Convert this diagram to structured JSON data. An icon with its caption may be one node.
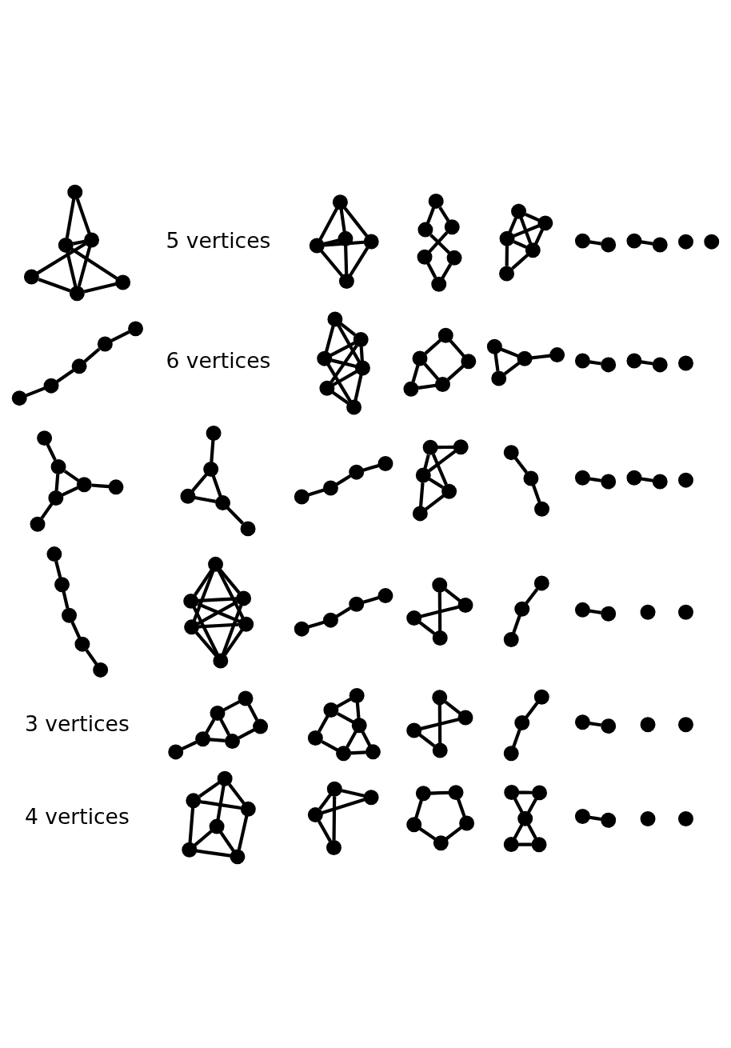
{
  "diagram": {
    "nodes": [
      {
        "text": [],
        "shape": "circle"
      },
      {
        "text": [],
        "shape": "circle"
      },
      {
        "text": [],
        "shape": "circle"
      },
      {
        "text": [],
        "shape": "circle"
      },
      {
        "text": [],
        "shape": "circle"
      },
      {
        "text": [],
        "shape": "circle"
      },
      {
        "text": [],
        "shape": "circle"
      },
      {
        "text": [],
        "shape": "circle"
      },
      {
        "text": [],
        "shape": "circle"
      },
      {
        "text": [],
        "shape": "circle"
      },
      {
        "text": [],
        "shape": "circle"
      },
      {
        "text": [],
        "shape": "circle"
      },
      {
        "text": [],
        "shape": "circle"
      },
      {
        "text": [],
        "shape": "circle"
      },
      {
        "text": [],
        "shape": "circle"
      },
      {
        "text": [],
        "shape": "circle"
      },
      {
        "text": [],
        "shape": "circle"
      },
      {
        "text": [],
        "shape": "circle"
      },
      {
        "text": [],
        "shape": "circle"
      },
      {
        "text": [],
        "shape": "circle"
      },
      {
        "text": [],
        "shape": "circle"
      },
      {
        "text": [],
        "shape": "circle"
      },
      {
        "text": [],
        "shape": "circle"
      },
      {
        "text": [],
        "shape": "circle"
      },
      {
        "text": [],
        "shape": "circle"
      },
      {
        "text": [],
        "shape": "circle"
      },
      {
        "text": [],
        "shape": "circle"
      },
      {
        "text": [],
        "shape": "circle"
      },
      {
        "text": [],
        "shape": "circle"
      },
      {
        "text": [],
        "shape": "circle"
      },
      {
        "text": [],
        "shape": "circle"
      },
      {
        "text": [],
        "shape": "circle"
      },
      {
        "text": [],
        "shape": "circle"
      },
      {
        "text": [],
        "shape": "circle"
      },
      {
        "text": [],
        "shape": "circle"
      },
      {
        "text": [],
        "shape": "circle"
      },
      {
        "text": [],
        "shape": "circle"
      },
      {
        "text": [],
        "shape": "circle"
      },
      {
        "text": [],
        "shape": "circle"
      },
      {
        "text": [],
        "shape": "circle"
      },
      {
        "text": [],
        "shape": "circle"
      },
      {
        "text": [],
        "shape": "circle"
      },
      {
        "text": [],
        "shape": "circle"
      },
      {
        "text": [],
        "shape": "circle"
      },
      {
        "text": [],
        "shape": "circle"
      },
      {
        "text": [],
        "shape": "circle"
      },
      {
        "text": [],
        "shape": "circle"
      },
      {
        "text": [],
        "shape": "circle"
      },
      {
        "text": [],
        "shape": "circle"
      },
      {
        "text": [],
        "shape": "circle"
      },
      {
        "text": [],
        "shape": "circle"
      },
      {
        "text": [],
        "shape": "circle"
      },
      {
        "text": [],
        "shape": "circle"
      },
      {
        "text": [],
        "shape": "circle"
      },
      {
        "text": [],
        "shape": "circle"
      },
      {
        "text": [],
        "shape": "circle"
      },
      {
        "text": [],
        "shape": "circle"
      },
      {
        "text": [],
        "shape": "circle"
      },
      {
        "text": [],
        "shape": "circle"
      },
      {
        "text": [],
        "shape": "circle"
      },
      {
        "text": [],
        "shape": "circle"
      },
      {
        "text": [],
        "shape": "circle"
      },
      {
        "text": [],
        "shape": "circle"
      },
      {
        "text": [],
        "shape": "circle"
      },
      {
        "text": [],
        "shape": "circle"
      },
      {
        "text": [],
        "shape": "circle"
      },
      {
        "text": [],
        "shape": "circle"
      },
      {
        "text": [],
        "shape": "circle"
      },
      {
        "text": [],
        "shape": "circle"
      },
      {
        "text": [],
        "shape": "circle"
      },
      {
        "text": [],
        "shape": "circle"
      },
      {
        "text": [],
        "shape": "circle"
      },
      {
        "text": [],
        "shape": "circle"
      },
      {
        "text": [],
        "shape": "circle"
      },
      {
        "text": [],
        "shape": "circle"
      },
      {
        "text": [],
        "shape": "circle"
      },
      {
        "text": [],
        "shape": "circle"
      },
      {
        "text": [],
        "shape": "circle"
      },
      {
        "text": [],
        "shape": "circle"
      },
      {
        "text": [],
        "shape": "circle"
      },
      {
        "text": [],
        "shape": "circle"
      },
      {
        "text": [],
        "shape": "circle"
      },
      {
        "text": [],
        "shape": "circle"
      },
      {
        "text": [],
        "shape": "circle"
      },
      {
        "text": [],
        "shape": "circle"
      },
      {
        "text": [],
        "shape": "circle"
      },
      {
        "text": [],
        "shape": "circle"
      },
      {
        "text": [],
        "shape": "circle"
      },
      {
        "text": [],
        "shape": "circle"
      },
      {
        "text": [],
        "shape": "circle"
      },
      {
        "text": [],
        "shape": "circle"
      },
      {
        "text": [],
        "shape": "circle"
      },
      {
        "text": [],
        "shape": "circle"
      },
      {
        "text": [],
        "shape": "circle"
      },
      {
        "text": [],
        "shape": "circle"
      },
      {
        "text": [],
        "shape": "circle"
      },
      {
        "text": [],
        "shape": "circle"
      },
      {
        "text": [],
        "shape": "circle"
      },
      {
        "text": [],
        "shape": "circle"
      },
      {
        "text": [],
        "shape": "circle"
      },
      {
        "text": [],
        "shape": "circle"
      },
      {
        "text": [],
        "shape": "circle"
      },
      {
        "text": [],
        "shape": "circle"
      },
      {
        "text": [],
        "shape": "circle"
      },
      {
        "text": [],
        "shape": "circle"
      },
      {
        "text": [],
        "shape": "circle"
      },
      {
        "text": [],
        "shape": "circle"
      },
      {
        "text": [],
        "shape": "circle"
      },
      {
        "text": [],
        "shape": "circle"
      },
      {
        "text": [],
        "shape": "circle"
      },
      {
        "text": [],
        "shape": "circle"
      },
      {
        "text": [],
        "shape": "circle"
      },
      {
        "text": [],
        "shape": "circle"
      },
      {
        "text": [],
        "shape": "circle"
      },
      {
        "text": [],
        "shape": "circle"
      },
      {
        "text": [],
        "shape": "circle"
      },
      {
        "text": [],
        "shape": "circle"
      },
      {
        "text": [],
        "shape": "circle"
      },
      {
        "text": [],
        "shape": "circle"
      },
      {
        "text": [],
        "shape": "circle"
      },
      {
        "text": [],
        "shape": "circle"
      },
      {
        "text": [],
        "shape": "circle"
      },
      {
        "text": [],
        "shape": "circle"
      },
      {
        "text": [],
        "shape": "circle"
      },
      {
        "text": [],
        "shape": "circle"
      },
      {
        "text": [],
        "shape": "circle"
      },
      {
        "text": [],
        "shape": "circle"
      },
      {
        "text": [],
        "shape": "circle"
      },
      {
        "text": [],
        "shape": "circle"
      },
      {
        "text": [],
        "shape": "circle"
      },
      {
        "text": [],
        "shape": "circle"
      },
      {
        "text": [],
        "shape": "circle"
      },
      {
        "text": [],
        "shape": "circle"
      },
      {
        "text": [],
        "shape": "circle"
      },
      {
        "text": [],
        "shape": "circle"
      },
      {
        "text": [],
        "shape": "circle"
      },
      {
        "text": [],
        "shape": "circle"
      },
      {
        "text": [],
        "shape": "circle"
      },
      {
        "text": [],
        "shape": "circle"
      },
      {
        "text": [],
        "shape": "circle"
      },
      {
        "text": [],
        "shape": "circle"
      },
      {
        "text": [],
        "shape": "circle"
      },
      {
        "text": [],
        "shape": "circle"
      },
      {
        "text": [],
        "shape": "circle"
      },
      {
        "text": [],
        "shape": "circle"
      },
      {
        "text": [],
        "shape": "circle"
      },
      {
        "text": [],
        "shape": "circle"
      },
      {
        "text": [],
        "shape": "circle"
      },
      {
        "text": [],
        "shape": "circle"
      },
      {
        "text": [],
        "shape": "circle"
      },
      {
        "text": [],
        "shape": "circle"
      },
      {
        "text": [],
        "shape": "circle"
      },
      {
        "text": [],
        "shape": "circle"
      },
      {
        "text": [],
        "shape": "circle"
      }
    ],
    "edges": [
      {
        "from": 1,
        "to": 2,
        "arrow": "none"
      },
      {
        "from": 3,
        "to": 4,
        "arrow": "none"
      },
      {
        "from": 3,
        "to": 5,
        "arrow": "none"
      },
      {
        "from": 8,
        "to": 9,
        "arrow": "none"
      },
      {
        "from": 10,
        "to": 11,
        "arrow": "none"
      },
      {
        "from": 12,
        "to": 13,
        "arrow": "none"
      },
      {
        "from": 14,
        "to": 16,
        "arrow": "none"
      },
      {
        "from": 16,
        "to": 17,
        "arrow": "none"
      },
      {
        "from": 18,
        "to": 20,
        "arrow": "none"
      },
      {
        "from": 20,
        "to": 21,
        "arrow": "none"
      },
      {
        "from": 19,
        "to": 21,
        "arrow": "none"
      },
      {
        "from": 22,
        "to": 23,
        "arrow": "none"
      },
      {
        "from": 22,
        "to": 24,
        "arrow": "none"
      },
      {
        "from": 23,
        "to": 25,
        "arrow": "none"
      },
      {
        "from": 24,
        "to": 25,
        "arrow": "none"
      },
      {
        "from": 22,
        "to": 25,
        "arrow": "none"
      },
      {
        "from": 26,
        "to": 27,
        "arrow": "none"
      },
      {
        "from": 26,
        "to": 28,
        "arrow": "none"
      },
      {
        "from": 27,
        "to": 29,
        "arrow": "none"
      },
      {
        "from": 28,
        "to": 29,
        "arrow": "none"
      },
      {
        "from": 30,
        "to": 31,
        "arrow": "none"
      },
      {
        "from": 30,
        "to": 32,
        "arrow": "none"
      },
      {
        "from": 30,
        "to": 33,
        "arrow": "none"
      },
      {
        "from": 32,
        "to": 33,
        "arrow": "none"
      },
      {
        "from": 34,
        "to": 35,
        "arrow": "none"
      },
      {
        "from": 34,
        "to": 36,
        "arrow": "none"
      },
      {
        "from": 40,
        "to": 42,
        "arrow": "none"
      },
      {
        "from": 41,
        "to": 43,
        "arrow": "none"
      },
      {
        "from": 45,
        "to": 47,
        "arrow": "none"
      },
      {
        "from": 47,
        "to": 48,
        "arrow": "none"
      },
      {
        "from": 46,
        "to": 48,
        "arrow": "none"
      },
      {
        "from": 50,
        "to": 51,
        "arrow": "none"
      },
      {
        "from": 50,
        "to": 52,
        "arrow": "none"
      },
      {
        "from": 51,
        "to": 53,
        "arrow": "none"
      },
      {
        "from": 52,
        "to": 53,
        "arrow": "none"
      },
      {
        "from": 54,
        "to": 55,
        "arrow": "none"
      },
      {
        "from": 54,
        "to": 56,
        "arrow": "none"
      },
      {
        "from": 55,
        "to": 57,
        "arrow": "none"
      },
      {
        "from": 56,
        "to": 58,
        "arrow": "none"
      },
      {
        "from": 59,
        "to": 60,
        "arrow": "none"
      },
      {
        "from": 59,
        "to": 61,
        "arrow": "none"
      },
      {
        "from": 60,
        "to": 61,
        "arrow": "none"
      },
      {
        "from": 60,
        "to": 62,
        "arrow": "none"
      },
      {
        "from": 61,
        "to": 63,
        "arrow": "none"
      },
      {
        "from": 64,
        "to": 65,
        "arrow": "none"
      },
      {
        "from": 64,
        "to": 66,
        "arrow": "none"
      },
      {
        "from": 65,
        "to": 67,
        "arrow": "none"
      },
      {
        "from": 66,
        "to": 68,
        "arrow": "none"
      },
      {
        "from": 67,
        "to": 68,
        "arrow": "none"
      },
      {
        "from": 69,
        "to": 70,
        "arrow": "none"
      },
      {
        "from": 69,
        "to": 71,
        "arrow": "none"
      },
      {
        "from": 70,
        "to": 71,
        "arrow": "none"
      },
      {
        "from": 70,
        "to": 72,
        "arrow": "none"
      },
      {
        "from": 71,
        "to": 73,
        "arrow": "none"
      },
      {
        "from": 72,
        "to": 73,
        "arrow": "none"
      },
      {
        "from": 70,
        "to": 73,
        "arrow": "none"
      },
      {
        "from": 71,
        "to": 72,
        "arrow": "none"
      },
      {
        "from": 74,
        "to": 75,
        "arrow": "none"
      },
      {
        "from": 74,
        "to": 76,
        "arrow": "none"
      },
      {
        "from": 75,
        "to": 76,
        "arrow": "none"
      },
      {
        "from": 74,
        "to": 77,
        "arrow": "none"
      },
      {
        "from": 74,
        "to": 78,
        "arrow": "none"
      },
      {
        "from": 75,
        "to": 77,
        "arrow": "none"
      },
      {
        "from": 76,
        "to": 78,
        "arrow": "none"
      },
      {
        "from": 77,
        "to": 78,
        "arrow": "none"
      },
      {
        "from": 79,
        "to": 80,
        "arrow": "none"
      },
      {
        "from": 79,
        "to": 81,
        "arrow": "none"
      },
      {
        "from": 79,
        "to": 82,
        "arrow": "none"
      },
      {
        "from": 79,
        "to": 83,
        "arrow": "none"
      },
      {
        "from": 80,
        "to": 82,
        "arrow": "none"
      },
      {
        "from": 81,
        "to": 83,
        "arrow": "none"
      },
      {
        "from": 82,
        "to": 83,
        "arrow": "none"
      },
      {
        "from": 84,
        "to": 85,
        "arrow": "none"
      },
      {
        "from": 84,
        "to": 86,
        "arrow": "none"
      },
      {
        "from": 84,
        "to": 87,
        "arrow": "none"
      },
      {
        "from": 84,
        "to": 88,
        "arrow": "none"
      },
      {
        "from": 85,
        "to": 87,
        "arrow": "none"
      },
      {
        "from": 86,
        "to": 88,
        "arrow": "none"
      },
      {
        "from": 89,
        "to": 90,
        "arrow": "none"
      },
      {
        "from": 89,
        "to": 91,
        "arrow": "none"
      },
      {
        "from": 90,
        "to": 91,
        "arrow": "none"
      },
      {
        "from": 90,
        "to": 92,
        "arrow": "none"
      },
      {
        "from": 91,
        "to": 93,
        "arrow": "none"
      },
      {
        "from": 92,
        "to": 93,
        "arrow": "none"
      },
      {
        "from": 94,
        "to": 95,
        "arrow": "none"
      },
      {
        "from": 96,
        "to": 97,
        "arrow": "none"
      },
      {
        "from": 98,
        "to": 99,
        "arrow": "none"
      },
      {
        "from": 101,
        "to": 103,
        "arrow": "none"
      },
      {
        "from": 103,
        "to": 105,
        "arrow": "none"
      },
      {
        "from": 105,
        "to": 104,
        "arrow": "none"
      },
      {
        "from": 104,
        "to": 102,
        "arrow": "none"
      },
      {
        "from": 106,
        "to": 107,
        "arrow": "none"
      },
      {
        "from": 106,
        "to": 108,
        "arrow": "none"
      },
      {
        "from": 107,
        "to": 109,
        "arrow": "none"
      },
      {
        "from": 108,
        "to": 110,
        "arrow": "none"
      },
      {
        "from": 109,
        "to": 111,
        "arrow": "none"
      },
      {
        "from": 110,
        "to": 111,
        "arrow": "none"
      },
      {
        "from": 112,
        "to": 113,
        "arrow": "none"
      },
      {
        "from": 113,
        "to": 114,
        "arrow": "none"
      },
      {
        "from": 113,
        "to": 115,
        "arrow": "none"
      },
      {
        "from": 114,
        "to": 115,
        "arrow": "none"
      },
      {
        "from": 114,
        "to": 116,
        "arrow": "none"
      },
      {
        "from": 115,
        "to": 117,
        "arrow": "none"
      },
      {
        "from": 118,
        "to": 119,
        "arrow": "none"
      },
      {
        "from": 119,
        "to": 120,
        "arrow": "none"
      },
      {
        "from": 119,
        "to": 121,
        "arrow": "none"
      },
      {
        "from": 120,
        "to": 121,
        "arrow": "none"
      },
      {
        "from": 120,
        "to": 122,
        "arrow": "none"
      },
      {
        "from": 121,
        "to": 123,
        "arrow": "none"
      },
      {
        "from": 122,
        "to": 123,
        "arrow": "none"
      },
      {
        "from": 124,
        "to": 125,
        "arrow": "none"
      },
      {
        "from": 124,
        "to": 126,
        "arrow": "none"
      },
      {
        "from": 125,
        "to": 126,
        "arrow": "none"
      },
      {
        "from": 125,
        "to": 127,
        "arrow": "none"
      },
      {
        "from": 126,
        "to": 128,
        "arrow": "none"
      },
      {
        "from": 127,
        "to": 128,
        "arrow": "none"
      },
      {
        "from": 127,
        "to": 129,
        "arrow": "none"
      },
      {
        "from": 128,
        "to": 129,
        "arrow": "none"
      },
      {
        "from": 124,
        "to": 127,
        "arrow": "none"
      },
      {
        "from": 124,
        "to": 128,
        "arrow": "none"
      },
      {
        "from": 125,
        "to": 129,
        "arrow": "none"
      },
      {
        "from": 126,
        "to": 129,
        "arrow": "none"
      },
      {
        "from": 130,
        "to": 131,
        "arrow": "none"
      },
      {
        "from": 130,
        "to": 134,
        "arrow": "none"
      },
      {
        "from": 131,
        "to": 135,
        "arrow": "none"
      },
      {
        "from": 134,
        "to": 135,
        "arrow": "none"
      },
      {
        "from": 130,
        "to": 132,
        "arrow": "none"
      },
      {
        "from": 131,
        "to": 132,
        "arrow": "none"
      },
      {
        "from": 132,
        "to": 133,
        "arrow": "none"
      },
      {
        "from": 132,
        "to": 134,
        "arrow": "none"
      },
      {
        "from": 132,
        "to": 135,
        "arrow": "none"
      },
      {
        "from": 133,
        "to": 134,
        "arrow": "none"
      },
      {
        "from": 133,
        "to": 135,
        "arrow": "none"
      },
      {
        "from": 136,
        "to": 137,
        "arrow": "none"
      },
      {
        "from": 136,
        "to": 140,
        "arrow": "none"
      },
      {
        "from": 137,
        "to": 141,
        "arrow": "none"
      },
      {
        "from": 140,
        "to": 141,
        "arrow": "none"
      },
      {
        "from": 136,
        "to": 138,
        "arrow": "none"
      },
      {
        "from": 137,
        "to": 138,
        "arrow": "none"
      },
      {
        "from": 138,
        "to": 139,
        "arrow": "none"
      },
      {
        "from": 139,
        "to": 140,
        "arrow": "none"
      },
      {
        "from": 139,
        "to": 141,
        "arrow": "none"
      },
      {
        "from": 142,
        "to": 143,
        "arrow": "none"
      },
      {
        "from": 142,
        "to": 144,
        "arrow": "none"
      },
      {
        "from": 143,
        "to": 144,
        "arrow": "none"
      },
      {
        "from": 143,
        "to": 145,
        "arrow": "none"
      },
      {
        "from": 144,
        "to": 146,
        "arrow": "none"
      },
      {
        "from": 145,
        "to": 147,
        "arrow": "none"
      },
      {
        "from": 146,
        "to": 147,
        "arrow": "none"
      },
      {
        "from": 143,
        "to": 147,
        "arrow": "none"
      },
      {
        "from": 144,
        "to": 147,
        "arrow": "none"
      },
      {
        "from": 148,
        "to": 149,
        "arrow": "none"
      },
      {
        "from": 148,
        "to": 150,
        "arrow": "none"
      },
      {
        "from": 149,
        "to": 151,
        "arrow": "none"
      },
      {
        "from": 150,
        "to": 152,
        "arrow": "none"
      },
      {
        "from": 151,
        "to": 153,
        "arrow": "none"
      },
      {
        "from": 152,
        "to": 153,
        "arrow": "none"
      },
      {
        "from": 149,
        "to": 153,
        "arrow": "none"
      },
      {
        "from": 150,
        "to": 153,
        "arrow": "none"
      }
    ],
    "labels": [
      "3 vertices",
      "4 vertices",
      "5 vertices",
      "6 vertices"
    ]
  }
}
